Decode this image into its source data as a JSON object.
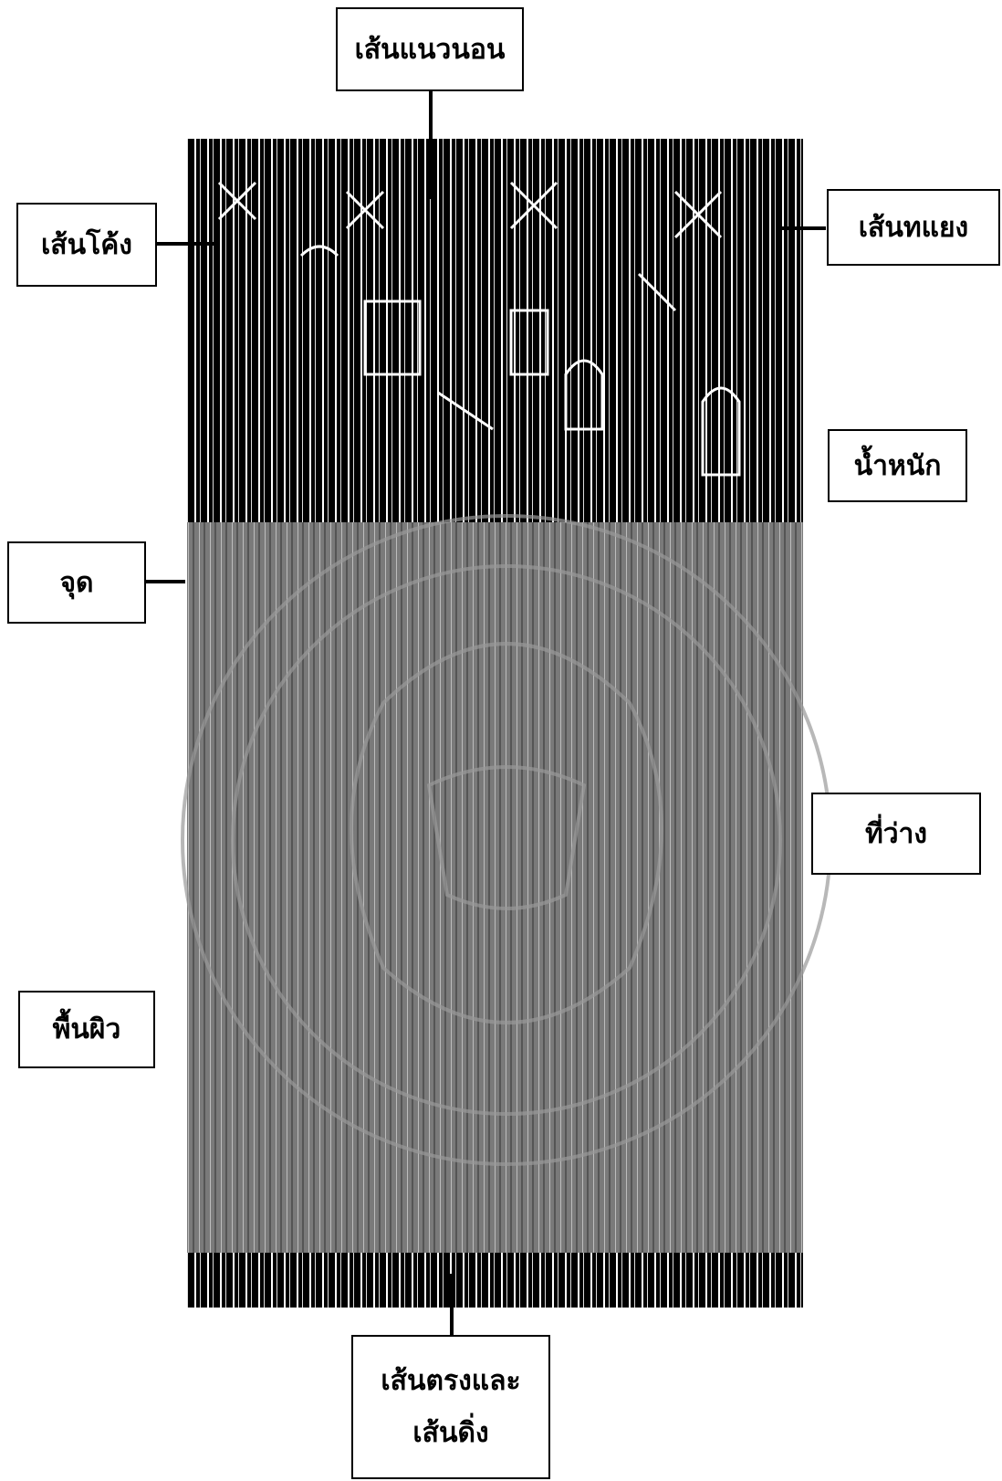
{
  "labels": {
    "horizontal_line": "เส้นแนวนอน",
    "curved_line": "เส้นโค้ง",
    "diagonal_line": "เส้นทแยง",
    "weight": "น้ำหนัก",
    "point": "จุด",
    "space": "ที่ว่าง",
    "surface": "พื้นผิว",
    "straight_vertical_1": "เส้นตรงและ",
    "straight_vertical_2": "เส้นดิ่ง"
  },
  "colors": {
    "ink": "#000000",
    "overlay": "#7a7a7a",
    "paper": "#ffffff"
  }
}
